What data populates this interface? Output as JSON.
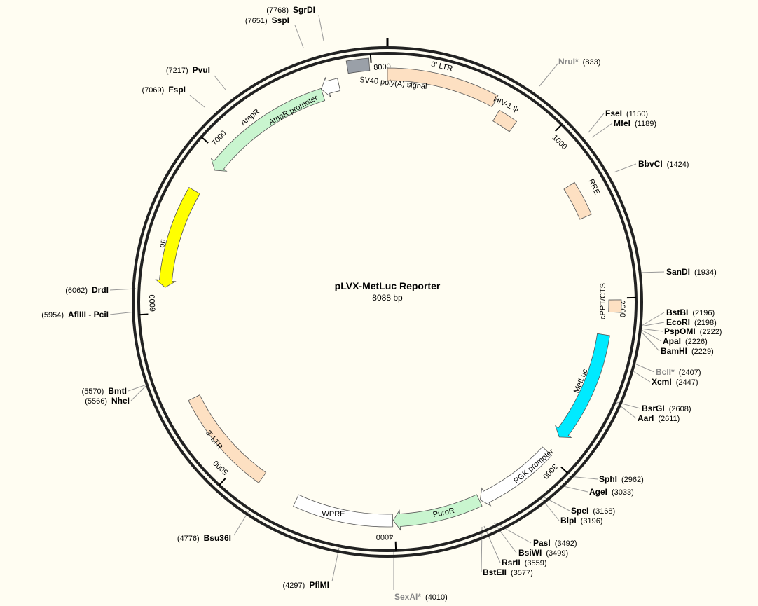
{
  "plasmid": {
    "name": "pLVX-MetLuc Reporter",
    "size_label": "8088 bp",
    "length": 8088
  },
  "colors": {
    "background": "#fffdf2",
    "backbone": "#222222",
    "ltr": "#fde0c2",
    "green": "#c9f5cf",
    "white_feature": "#ffffff",
    "grey_feature": "#9aa0a8",
    "yellow": "#ffff00",
    "cyan": "#00eaff",
    "leader_line": "#999999",
    "grey_text": "#888888"
  },
  "ticks": [
    {
      "pos": 1000,
      "label": "1000"
    },
    {
      "pos": 2000,
      "label": "2000"
    },
    {
      "pos": 3000,
      "label": "3000"
    },
    {
      "pos": 4000,
      "label": "4000"
    },
    {
      "pos": 5000,
      "label": "5000"
    },
    {
      "pos": 6000,
      "label": "6000"
    },
    {
      "pos": 7000,
      "label": "7000"
    },
    {
      "pos": 8000,
      "label": "8000"
    }
  ],
  "features": [
    {
      "name": "3' LTR",
      "start": 0,
      "end": 634,
      "dir": "none",
      "color": "#fde0c2"
    },
    {
      "name": "HIV-1 ψ",
      "start": 680,
      "end": 800,
      "dir": "none",
      "color": "#fde0c2"
    },
    {
      "name": "RRE",
      "start": 1290,
      "end": 1500,
      "dir": "none",
      "color": "#fde0c2"
    },
    {
      "name": "cPPT/CTS",
      "start": 2010,
      "end": 2080,
      "dir": "none",
      "color": "#fde0c2"
    },
    {
      "name": "MetLuc",
      "start": 2215,
      "end": 2880,
      "dir": "cw",
      "color": "#00eaff"
    },
    {
      "name": "PGK promoter",
      "start": 2990,
      "end": 3480,
      "dir": "cw",
      "color": "#ffffff"
    },
    {
      "name": "PuroR",
      "start": 3485,
      "end": 4010,
      "dir": "cw",
      "color": "#c9f5cf"
    },
    {
      "name": "WPRE",
      "start": 4013,
      "end": 4600,
      "dir": "none",
      "color": "#ffffff"
    },
    {
      "name": "3' LTR",
      "start": 4840,
      "end": 5474,
      "dir": "none",
      "color": "#fde0c2"
    },
    {
      "name": "ori",
      "start": 6150,
      "end": 6740,
      "dir": "ccw",
      "color": "#ffff00"
    },
    {
      "name": "AmpR",
      "start": 6905,
      "end": 7700,
      "dir": "ccw",
      "color": "#c9f5cf"
    },
    {
      "name": "AmpR promoter",
      "start": 7700,
      "end": 7805,
      "dir": "ccw",
      "color": "#ffffff"
    },
    {
      "name": "SV40 poly(A) signal",
      "start": 7870,
      "end": 7990,
      "dir": "none",
      "color": "#9aa0a8"
    }
  ],
  "sites": [
    {
      "name": "SgrDI",
      "pos": "(7768)",
      "grey": false
    },
    {
      "name": "SspI",
      "pos": "(7651)",
      "grey": false
    },
    {
      "name": "PvuI",
      "pos": "(7217)",
      "grey": false
    },
    {
      "name": "FspI",
      "pos": "(7069)",
      "grey": false
    },
    {
      "name": "NruI*",
      "pos": "(833)",
      "grey": true
    },
    {
      "name": "FseI",
      "pos": "(1150)",
      "grey": false
    },
    {
      "name": "MfeI",
      "pos": "(1189)",
      "grey": false
    },
    {
      "name": "BbvCI",
      "pos": "(1424)",
      "grey": false
    },
    {
      "name": "SanDI",
      "pos": "(1934)",
      "grey": false
    },
    {
      "name": "BstBI",
      "pos": "(2196)",
      "grey": false
    },
    {
      "name": "EcoRI",
      "pos": "(2198)",
      "grey": false
    },
    {
      "name": "PspOMI",
      "pos": "(2222)",
      "grey": false
    },
    {
      "name": "ApaI",
      "pos": "(2226)",
      "grey": false
    },
    {
      "name": "BamHI",
      "pos": "(2229)",
      "grey": false
    },
    {
      "name": "BclI*",
      "pos": "(2407)",
      "grey": true
    },
    {
      "name": "XcmI",
      "pos": "(2447)",
      "grey": false
    },
    {
      "name": "BsrGI",
      "pos": "(2608)",
      "grey": false
    },
    {
      "name": "AarI",
      "pos": "(2611)",
      "grey": false
    },
    {
      "name": "SphI",
      "pos": "(2962)",
      "grey": false
    },
    {
      "name": "AgeI",
      "pos": "(3033)",
      "grey": false
    },
    {
      "name": "SpeI",
      "pos": "(3168)",
      "grey": false
    },
    {
      "name": "BlpI",
      "pos": "(3196)",
      "grey": false
    },
    {
      "name": "PasI",
      "pos": "(3492)",
      "grey": false
    },
    {
      "name": "BsiWI",
      "pos": "(3499)",
      "grey": false
    },
    {
      "name": "RsrII",
      "pos": "(3559)",
      "grey": false
    },
    {
      "name": "BstEII",
      "pos": "(3577)",
      "grey": false
    },
    {
      "name": "SexAI*",
      "pos": "(4010)",
      "grey": true
    },
    {
      "name": "PflMI",
      "pos": "(4297)",
      "grey": false
    },
    {
      "name": "Bsu36I",
      "pos": "(4776)",
      "grey": false
    },
    {
      "name": "NheI",
      "pos": "(5566)",
      "grey": false
    },
    {
      "name": "BmtI",
      "pos": "(5570)",
      "grey": false
    },
    {
      "name": "AflIII - PciI",
      "pos": "(5954)",
      "grey": false
    },
    {
      "name": "DrdI",
      "pos": "(6062)",
      "grey": false
    }
  ]
}
